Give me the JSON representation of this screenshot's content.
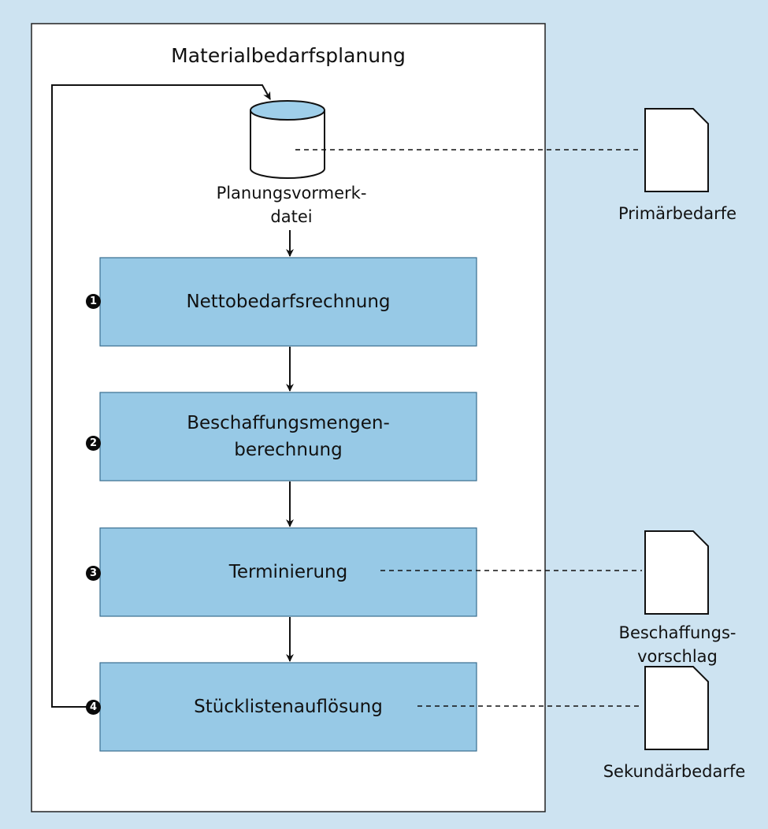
{
  "title": "Materialbedarfsplanung",
  "database": {
    "label_line1": "Planungsvormerk-",
    "label_line2": "datei"
  },
  "steps": [
    {
      "number": "1",
      "lines": [
        "Nettobedarfsrechnung"
      ]
    },
    {
      "number": "2",
      "lines": [
        "Beschaffungsmengen-",
        "berechnung"
      ]
    },
    {
      "number": "3",
      "lines": [
        "Terminierung"
      ]
    },
    {
      "number": "4",
      "lines": [
        "Stücklistenauflösung"
      ]
    }
  ],
  "documents": {
    "primary": {
      "lines": [
        "Primärbedarfe"
      ]
    },
    "proposal": {
      "lines": [
        "Beschaffungs-",
        "vorschlag"
      ]
    },
    "secondary": {
      "lines": [
        "Sekundärbedarfe"
      ]
    }
  },
  "colors": {
    "background": "#cde3f1",
    "step_fill": "#97c9e6",
    "cylinder_top": "#9fcfea",
    "line": "#111111"
  },
  "icons": {
    "database": "cylinder-database-icon",
    "document": "dog-ear-document-icon",
    "step_marker": "filled-circle-number-icon"
  }
}
